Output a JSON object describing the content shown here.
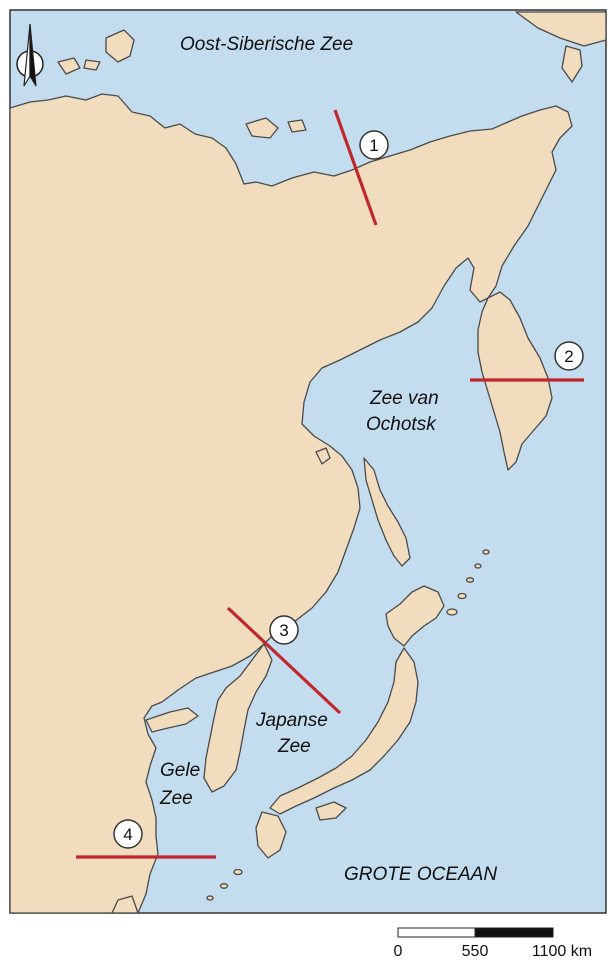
{
  "colors": {
    "sea": "#c3dcee",
    "land": "#f1dcbe",
    "coast": "#4a4a4a",
    "profile_line": "#c0272d",
    "frame": "#333333"
  },
  "icons": {
    "north_arrow": "north-arrow-icon"
  },
  "labels": {
    "east_siberian_sea": "Oost-Siberische Zee",
    "okhotsk_line1": "Zee van",
    "okhotsk_line2": "Ochotsk",
    "japan_sea_line1": "Japanse",
    "japan_sea_line2": "Zee",
    "yellow_sea_line1": "Gele",
    "yellow_sea_line2": "Zee",
    "pacific": "GROTE OCEAAN"
  },
  "profiles": [
    {
      "number": "1"
    },
    {
      "number": "2"
    },
    {
      "number": "3"
    },
    {
      "number": "4"
    }
  ],
  "scale_bar": {
    "ticks": [
      "0",
      "550",
      "1100 km"
    ]
  }
}
